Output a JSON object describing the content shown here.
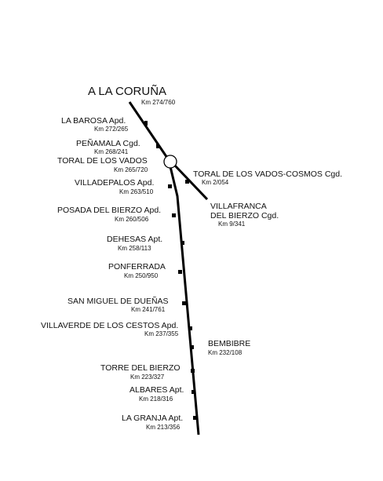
{
  "diagram": {
    "terminus": {
      "name": "A LA CORUÑA",
      "km": "Km 274/760"
    },
    "stations": [
      {
        "name": "LA BAROSA Apd.",
        "km": "Km 272/265"
      },
      {
        "name": "PEÑAMALA Cgd.",
        "km": "Km 268/241"
      },
      {
        "name": "TORAL DE LOS VADOS",
        "km": "Km 265/720"
      },
      {
        "name": "VILLADEPALOS Apd.",
        "km": "Km 263/510"
      },
      {
        "name": "POSADA DEL BIERZO Apd.",
        "km": "Km 260/506"
      },
      {
        "name": "DEHESAS Apt.",
        "km": "Km 258/113"
      },
      {
        "name": "PONFERRADA",
        "km": "Km 250/950"
      },
      {
        "name": "SAN MIGUEL DE DUEÑAS",
        "km": "Km 241/761"
      },
      {
        "name": "VILLAVERDE DE LOS CESTOS Apd.",
        "km": "Km 237/355"
      },
      {
        "name": "BEMBIBRE",
        "km": "Km 232/108"
      },
      {
        "name": "TORRE DEL BIERZO",
        "km": "Km 223/327"
      },
      {
        "name": "ALBARES Apt.",
        "km": "Km 218/316"
      },
      {
        "name": "LA GRANJA Apt.",
        "km": "Km 213/356"
      }
    ],
    "branch": [
      {
        "name": "TORAL DE LOS VADOS-COSMOS Cgd.",
        "km": "Km 2/054"
      },
      {
        "name_line1": "VILLAFRANCA",
        "name_line2": "DEL BIERZO Cgd.",
        "km": "Km 9/341"
      }
    ]
  }
}
